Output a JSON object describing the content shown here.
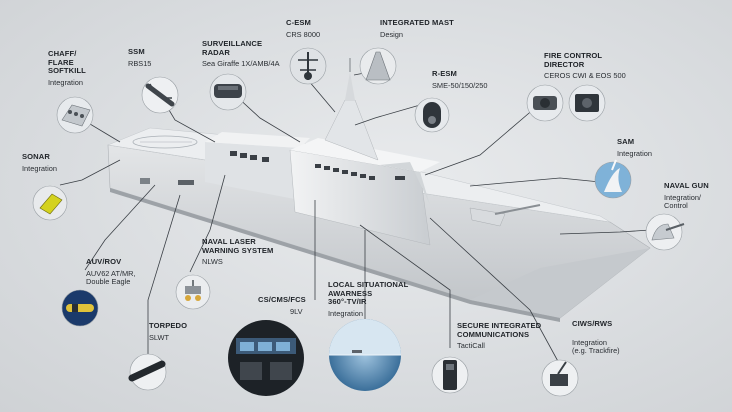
{
  "callouts": [
    {
      "key": "chaff",
      "title_lines": [
        "CHAFF/",
        "FLARE",
        "SOFTKILL"
      ],
      "sub_lines": [
        "Integration"
      ]
    },
    {
      "key": "ssm",
      "title_lines": [
        "SSM"
      ],
      "sub_lines": [
        "RBS15"
      ]
    },
    {
      "key": "surveillance",
      "title_lines": [
        "SURVEILLANCE",
        "RADAR"
      ],
      "sub_lines": [
        "Sea Giraffe 1X/AMB/4A"
      ]
    },
    {
      "key": "cesm",
      "title_lines": [
        "C-ESM"
      ],
      "sub_lines": [
        "CRS 8000"
      ]
    },
    {
      "key": "mast",
      "title_lines": [
        "INTEGRATED MAST"
      ],
      "sub_lines": [
        "Design"
      ]
    },
    {
      "key": "resm",
      "title_lines": [
        "R-ESM"
      ],
      "sub_lines": [
        "SME-50/150/250"
      ]
    },
    {
      "key": "fcd",
      "title_lines": [
        "FIRE CONTROL",
        "DIRECTOR"
      ],
      "sub_lines": [
        "CEROS CWI & EOS 500"
      ]
    },
    {
      "key": "sam",
      "title_lines": [
        "SAM"
      ],
      "sub_lines": [
        "Integration"
      ]
    },
    {
      "key": "gun",
      "title_lines": [
        "NAVAL GUN"
      ],
      "sub_lines": [
        "Integration/",
        "Control"
      ]
    },
    {
      "key": "sonar",
      "title_lines": [
        "SONAR"
      ],
      "sub_lines": [
        "Integration"
      ]
    },
    {
      "key": "auv",
      "title_lines": [
        "AUV/ROV"
      ],
      "sub_lines": [
        "AUV62 AT/MR,",
        "Double Eagle"
      ]
    },
    {
      "key": "laser",
      "title_lines": [
        "NAVAL LASER",
        "WARNING SYSTEM"
      ],
      "sub_lines": [
        "NLWS"
      ]
    },
    {
      "key": "torpedo",
      "title_lines": [
        "TORPEDO"
      ],
      "sub_lines": [
        "SLWT"
      ]
    },
    {
      "key": "cms",
      "title_lines": [
        "CS/CMS/FCS"
      ],
      "sub_lines": [
        "9LV"
      ]
    },
    {
      "key": "lsa",
      "title_lines": [
        "LOCAL SITUATIONAL",
        "AWARNESS",
        "360°-TV/IR"
      ],
      "sub_lines": [
        "Integration"
      ]
    },
    {
      "key": "comms",
      "title_lines": [
        "SECURE INTEGRATED",
        "COMMUNICATIONS"
      ],
      "sub_lines": [
        "TactiCall"
      ]
    },
    {
      "key": "ciws",
      "title_lines": [
        "CIWS/RWS"
      ],
      "sub_lines": [
        "Integration",
        "(e.g. Trackfire)"
      ]
    }
  ],
  "colors": {
    "text": "#1f2328",
    "leader": "#3a3f45",
    "hull": "#d5d8db",
    "hull_shadow": "#b7bbbf",
    "deck": "#eceef0",
    "thumb_bg": "#1d2227",
    "sam_bg": "#7fb2d8"
  },
  "icons": [
    "chaff-launcher-icon",
    "missile-icon",
    "radar-icon",
    "esm-antenna-icon",
    "mast-icon",
    "esm-sensor-icon",
    "fire-control-director-icon",
    "sam-launch-icon",
    "naval-gun-icon",
    "sonar-icon",
    "auv-icon",
    "laser-warning-icon",
    "torpedo-icon",
    "operator-console-image",
    "sea-horizon-image",
    "radio-handset-icon",
    "ciws-turret-icon"
  ]
}
